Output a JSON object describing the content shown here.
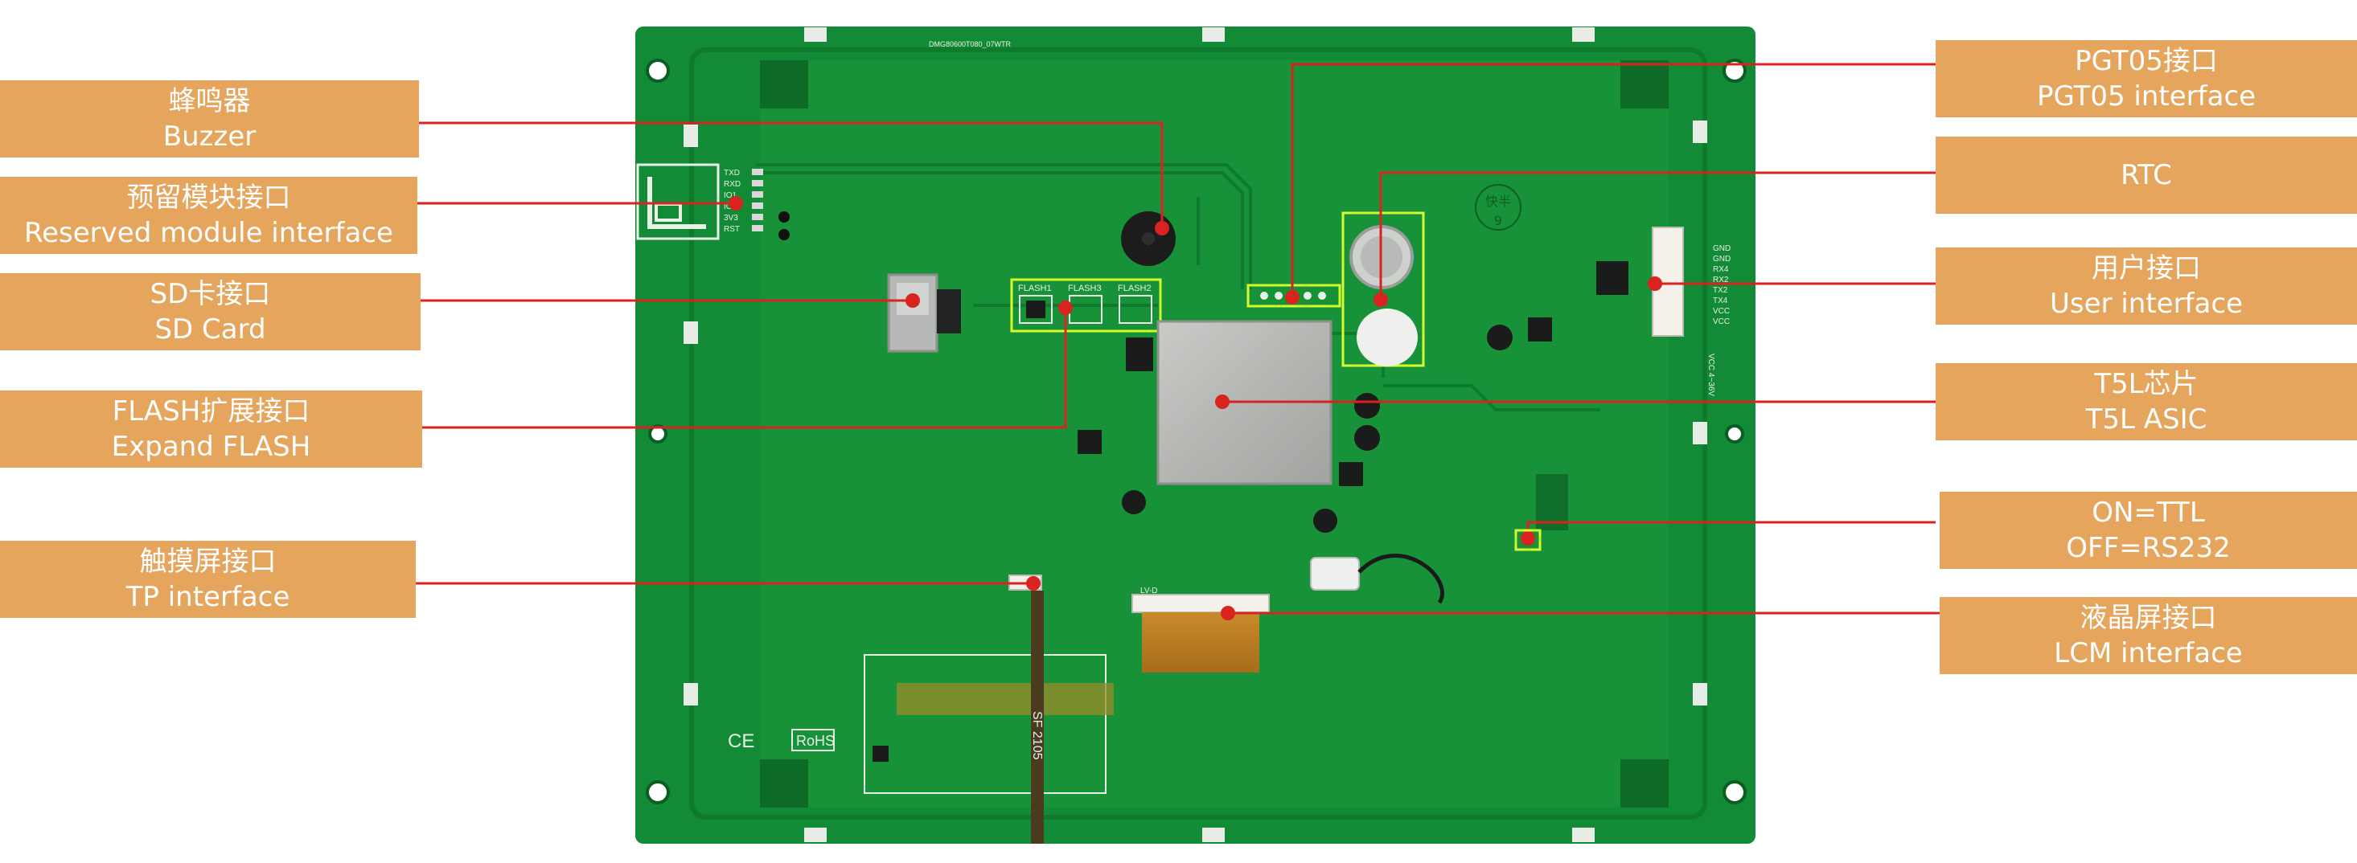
{
  "callouts": {
    "buzzer": {
      "zh": "蜂鸣器",
      "en": "Buzzer"
    },
    "reserved": {
      "zh": "预留模块接口",
      "en": "Reserved module interface"
    },
    "sdcard": {
      "zh": "SD卡接口",
      "en": "SD Card"
    },
    "flash": {
      "zh": "FLASH扩展接口",
      "en": "Expand FLASH"
    },
    "tp": {
      "zh": "触摸屏接口",
      "en": "TP interface"
    },
    "pgt05": {
      "zh": "PGT05接口",
      "en": "PGT05 interface"
    },
    "rtc": {
      "zh": "RTC",
      "en": ""
    },
    "user": {
      "zh": "用户接口",
      "en": "User interface"
    },
    "t5l": {
      "zh": "T5L芯片",
      "en": "T5L ASIC"
    },
    "ttl": {
      "zh": "ON=TTL",
      "en": "OFF=RS232"
    },
    "lcm": {
      "zh": "液晶屏接口",
      "en": "LCM interface"
    }
  },
  "board": {
    "silk": {
      "flash1": "FLASH1",
      "flash3": "FLASH3",
      "flash2": "FLASH2",
      "sf": "SF 2105",
      "rohs": "RoHS",
      "ce": "CE",
      "rx_pins": [
        "TXD",
        "RXD",
        "IO1",
        "IO2",
        "3V3",
        "RST"
      ],
      "user_pins": [
        "GND",
        "GND",
        "RX4",
        "RX2",
        "TX2",
        "TX4",
        "VCC",
        "VCC"
      ],
      "stamp": "快半",
      "stamp_num": "9",
      "vcc_label": "VCC 4~36V",
      "lcd_label": "LV-D",
      "top_code": "DMG80600T080_07WTR",
      "batt_note": ""
    }
  },
  "colors": {
    "callout": "#e5a55c",
    "leader": "#d8231f",
    "pcb": "#138a35",
    "pcb_inner": "#1a953c",
    "highlight": "#d6ff2e"
  }
}
